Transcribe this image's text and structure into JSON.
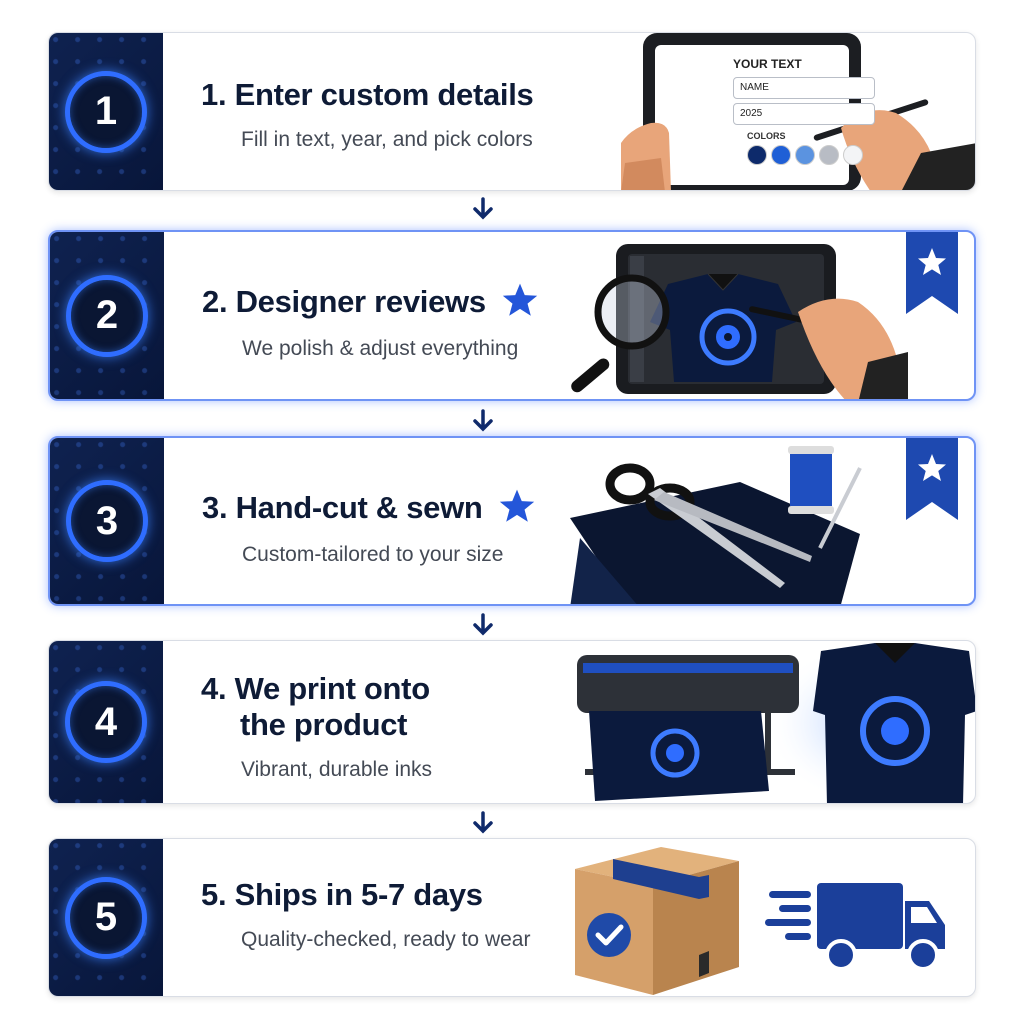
{
  "steps": [
    {
      "number": "1",
      "title": "1. Enter custom details",
      "subtitle": "Fill in text, year, and pick colors"
    },
    {
      "number": "2",
      "title": "2. Designer reviews",
      "subtitle": "We polish & adjust everything"
    },
    {
      "number": "3",
      "title": "3. Hand-cut & sewn",
      "subtitle": "Custom-tailored to your size"
    },
    {
      "number": "4",
      "title_line1": "4. We print onto",
      "title_line2": "the product",
      "subtitle": "Vibrant, durable inks"
    },
    {
      "number": "5",
      "title": "5. Ships in 5-7 days",
      "subtitle": "Quality-checked, ready to wear"
    }
  ],
  "tablet_form": {
    "heading": "YOUR TEXT",
    "name_value": "NAME",
    "year_value": "2025",
    "colors_label": "COLORS",
    "swatches": [
      "#0d2a6b",
      "#1f5fd6",
      "#5b93e0",
      "#b8bcc4",
      "#f3f4f6"
    ]
  },
  "colors": {
    "navy": "#0f2250",
    "accent": "#2f6dff",
    "title": "#0e1b36",
    "star": "#2456d9",
    "truck": "#1b3f9a"
  }
}
